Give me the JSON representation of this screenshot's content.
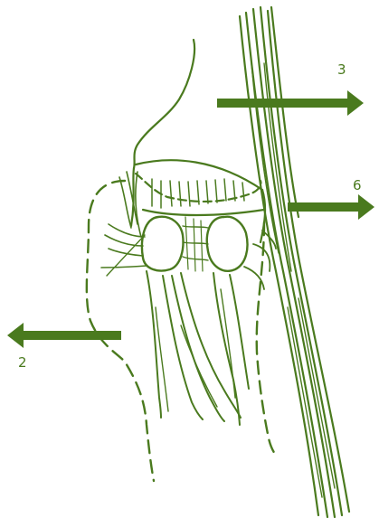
{
  "colors": {
    "ink": "#4a7a1e",
    "background": "#ffffff"
  },
  "labels": {
    "arrow_3": "3",
    "arrow_6": "6",
    "arrow_2": "2"
  },
  "arrows": [
    {
      "id": "arrow_3",
      "direction": "right"
    },
    {
      "id": "arrow_6",
      "direction": "right"
    },
    {
      "id": "arrow_2",
      "direction": "left"
    }
  ]
}
